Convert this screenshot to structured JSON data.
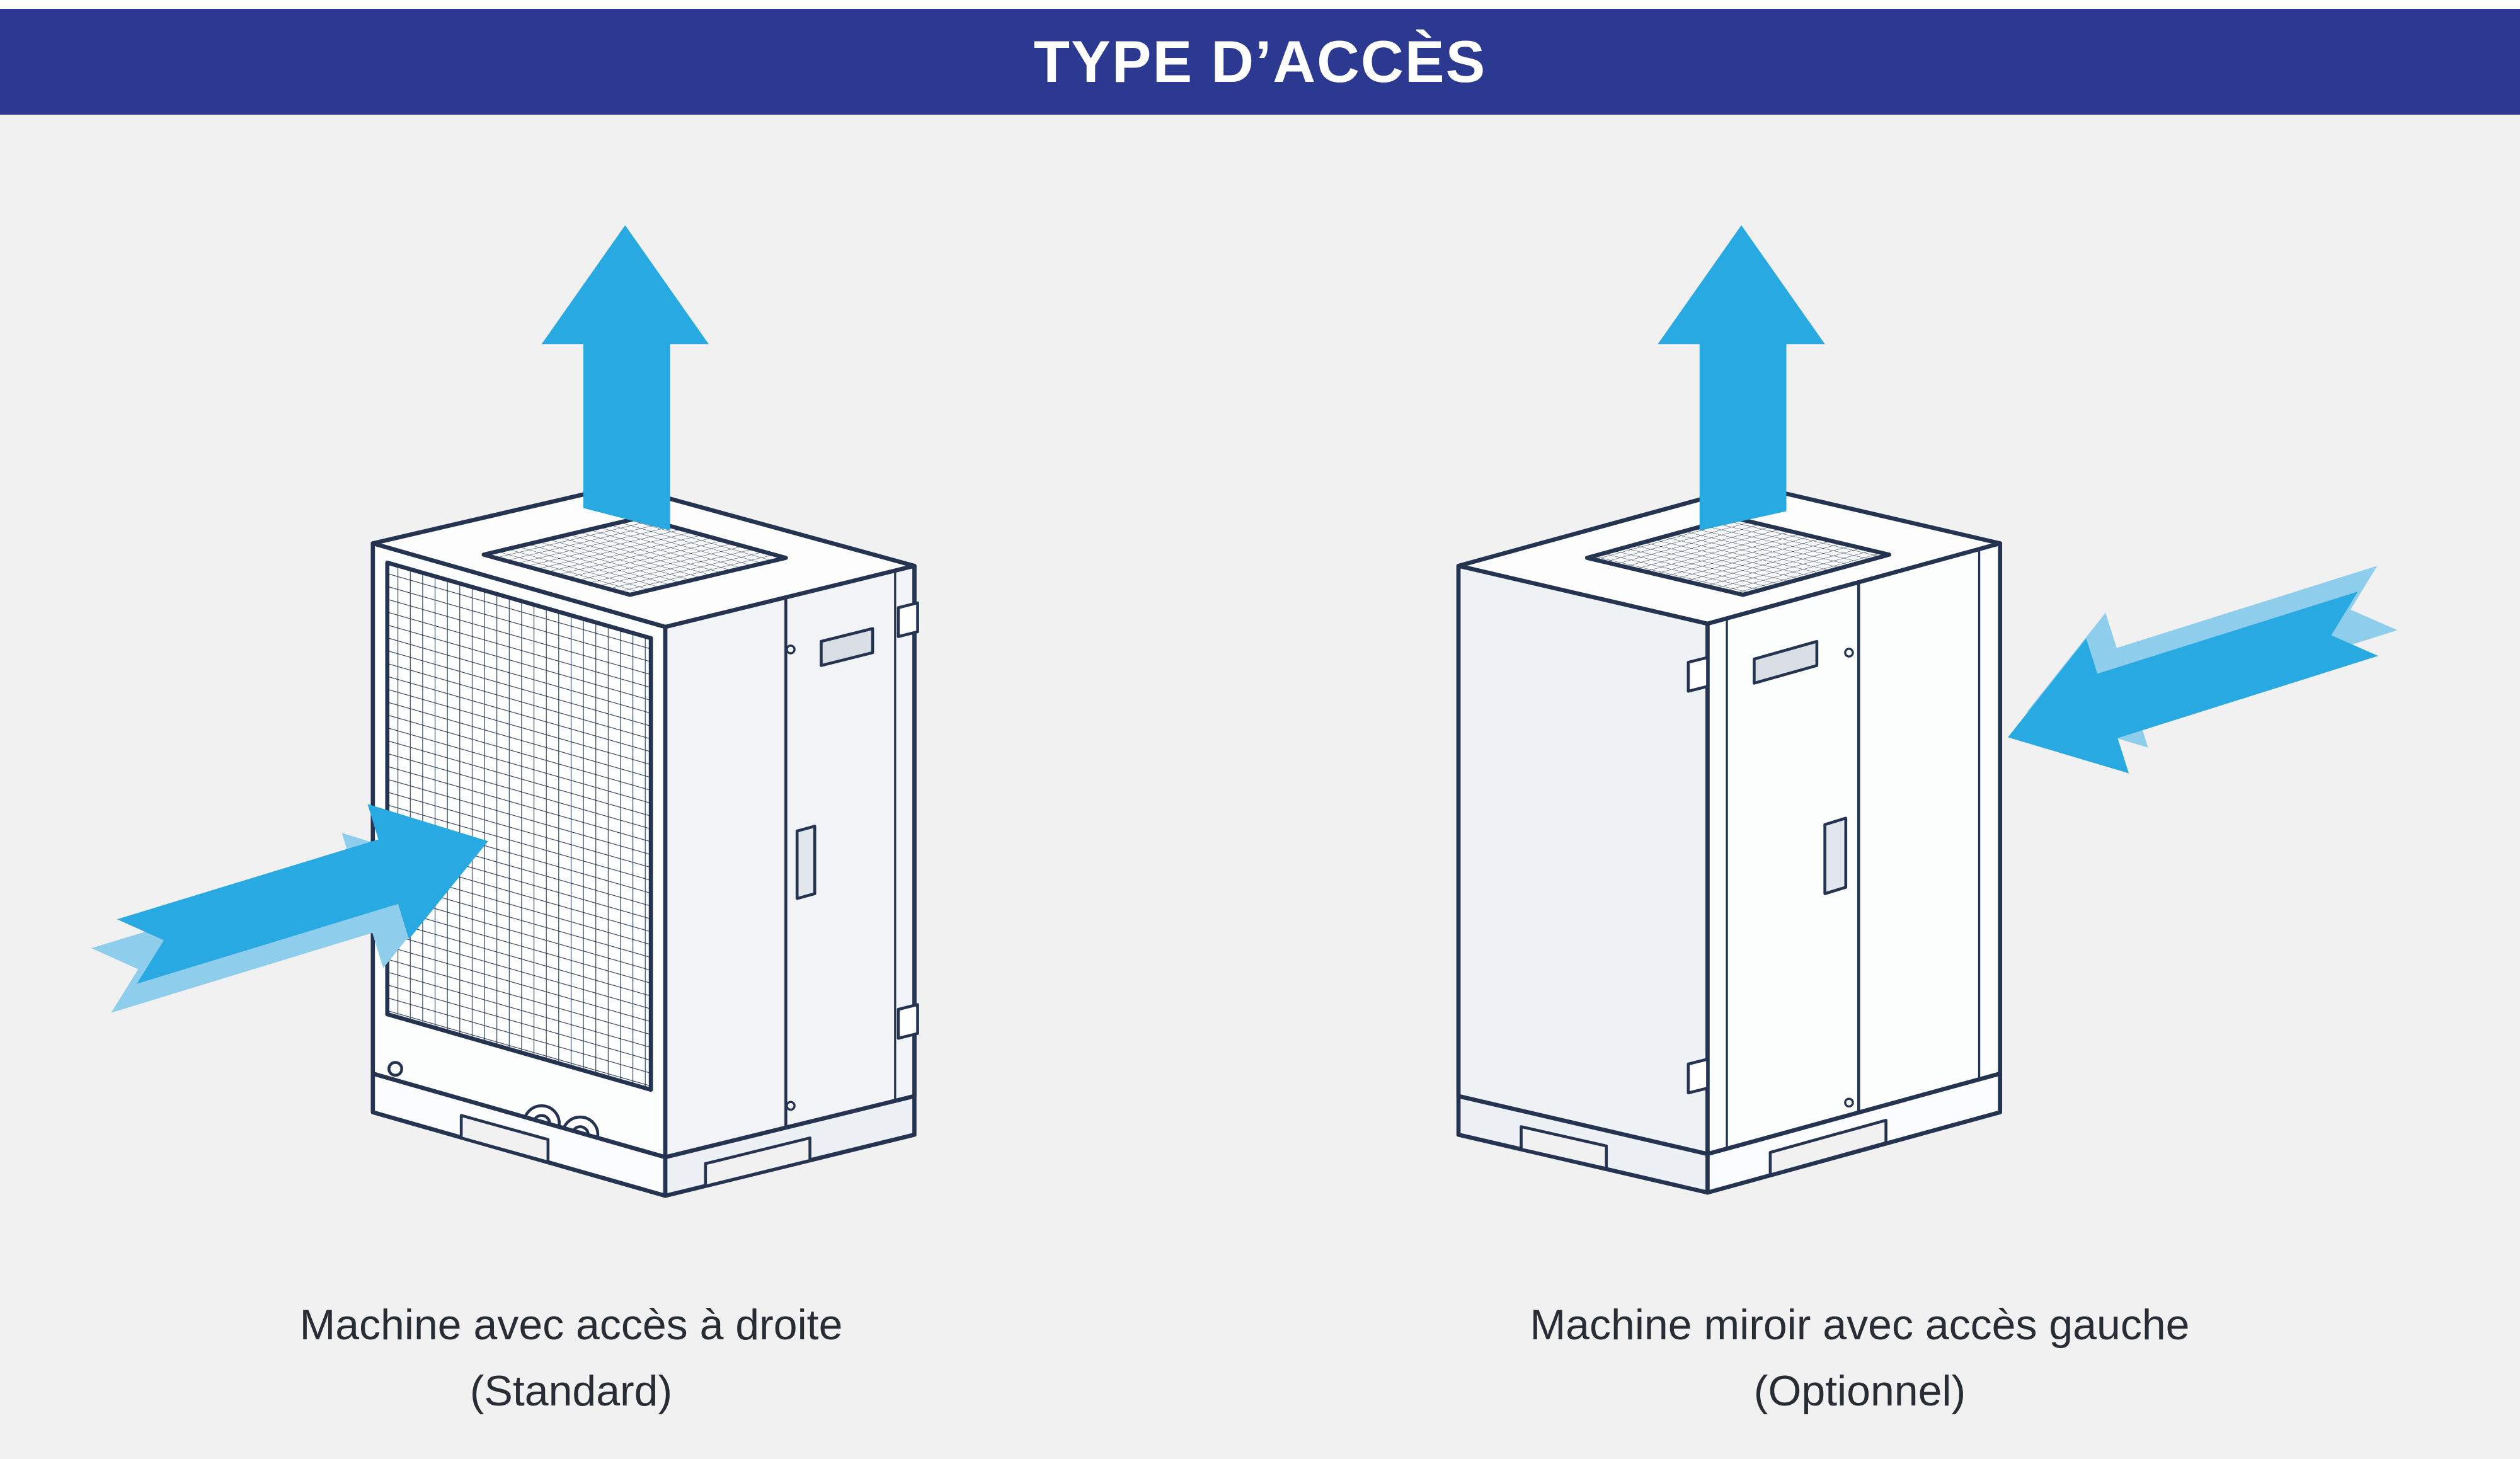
{
  "header": {
    "title": "TYPE D’ACCÈS"
  },
  "figures": [
    {
      "id": "right-access",
      "caption_line1": "Machine avec accès à droite",
      "caption_line2": "(Standard)",
      "airflow": {
        "exhaust": "top",
        "intake": "left-side"
      }
    },
    {
      "id": "left-access",
      "caption_line1": "Machine miroir avec accès gauche",
      "caption_line2": "(Optionnel)",
      "airflow": {
        "exhaust": "top",
        "intake": "right-side"
      }
    }
  ],
  "colors": {
    "header_bg": "#2B3990",
    "header_text": "#FFFFFF",
    "outline": "#24334F",
    "arrow": "#29A9E1",
    "arrow_light": "#8FCDEC",
    "background": "#F1F1F2",
    "caption_text": "#272C35"
  }
}
